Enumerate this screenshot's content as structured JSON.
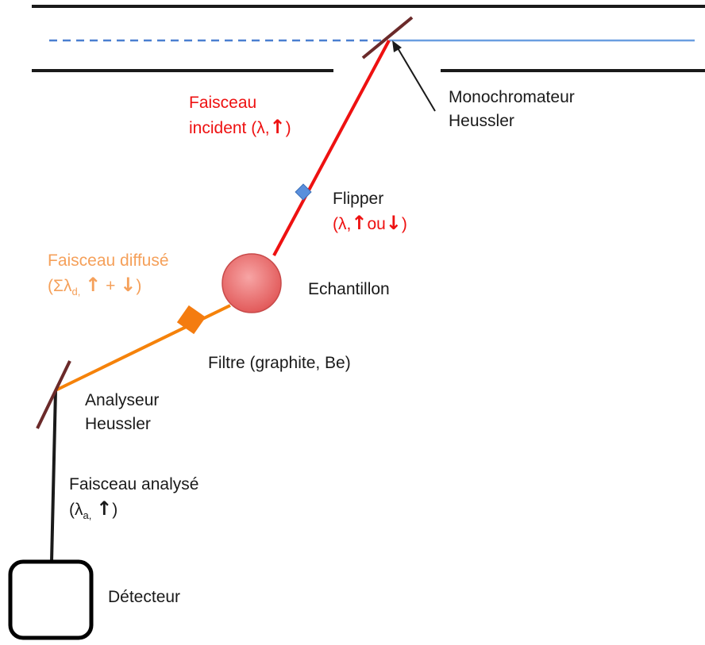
{
  "colors": {
    "incident_beam": "#ee1111",
    "scattered_beam": "#f5820a",
    "scattered_text": "#f5a05a",
    "analysed_beam": "#1a1a1a",
    "guide_dashed": "#4a7fd0",
    "guide_solid": "#6a9ee0",
    "crystal": "#6b2a2a",
    "sample": "#e86a6a",
    "flipper": "#5a8fdc",
    "filter": "#f47c10"
  },
  "labels": {
    "monochromator_line1": "Monochromateur",
    "monochromator_line2": "Heussler",
    "incident_line1": "Faisceau",
    "incident_line2_prefix": "incident (λ,",
    "incident_line2_suffix": ")",
    "flipper_title": "Flipper",
    "flipper_prefix": "(λ,",
    "flipper_mid": "ou",
    "flipper_suffix": ")",
    "scattered_line1": "Faisceau diffusé",
    "scattered_prefix": "(Σλ",
    "scattered_sub": "d,",
    "scattered_plus": "+",
    "scattered_suffix": ")",
    "sample": "Echantillon",
    "filter": "Filtre (graphite, Be)",
    "analyser_line1": "Analyseur",
    "analyser_line2": "Heussler",
    "analysed_line1": "Faisceau analysé",
    "analysed_prefix": "(λ",
    "analysed_sub": "a,",
    "analysed_suffix": ")",
    "detector": "Détecteur"
  },
  "icons": {
    "up": "↑",
    "down": "↓"
  }
}
